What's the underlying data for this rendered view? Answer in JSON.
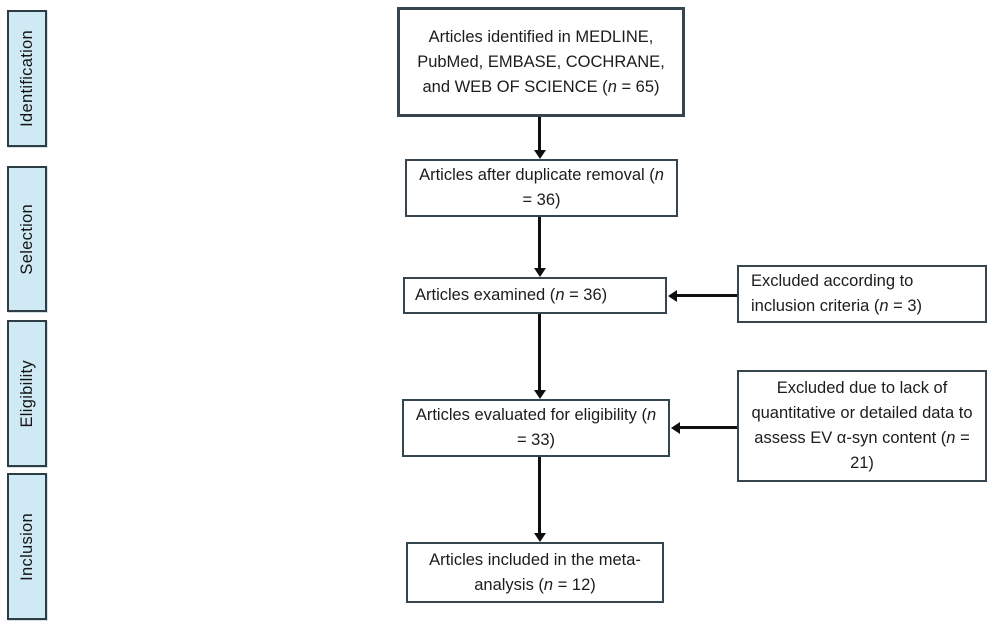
{
  "figure": {
    "type": "prisma-flow-diagram",
    "background": "#ffffff",
    "colors": {
      "stage_fill": "#cfe9f5",
      "stage_border": "#2e3c44",
      "box_border": "#37464e",
      "arrow": "#0f0f0f",
      "text": "#1c1c1c"
    }
  },
  "sidebar": {
    "stages": [
      {
        "label": "Identification"
      },
      {
        "label": "Selection"
      },
      {
        "label": "Eligibility"
      },
      {
        "label": "Inclusion"
      }
    ]
  },
  "flow": {
    "boxes": [
      {
        "label": "Articles identified in MEDLINE, PubMed, EMBASE, COCHRANE, and WEB OF SCIENCE (n = 65)",
        "count": 65
      },
      {
        "label": "Articles after duplicate removal (n = 36)",
        "count": 36
      },
      {
        "label": "Articles examined (n = 36)",
        "count": 36
      },
      {
        "label": "Articles evaluated for eligibility (n = 33)",
        "count": 33
      },
      {
        "label": "Articles included in the meta-analysis (n = 12)",
        "count": 12
      }
    ],
    "exclusions": [
      {
        "label": "Excluded according to inclusion criteria (n = 3)",
        "count": 3
      },
      {
        "label": "Excluded due to lack of quantitative or detailed data to assess EV α-syn content (n = 21)",
        "count": 21
      }
    ]
  }
}
